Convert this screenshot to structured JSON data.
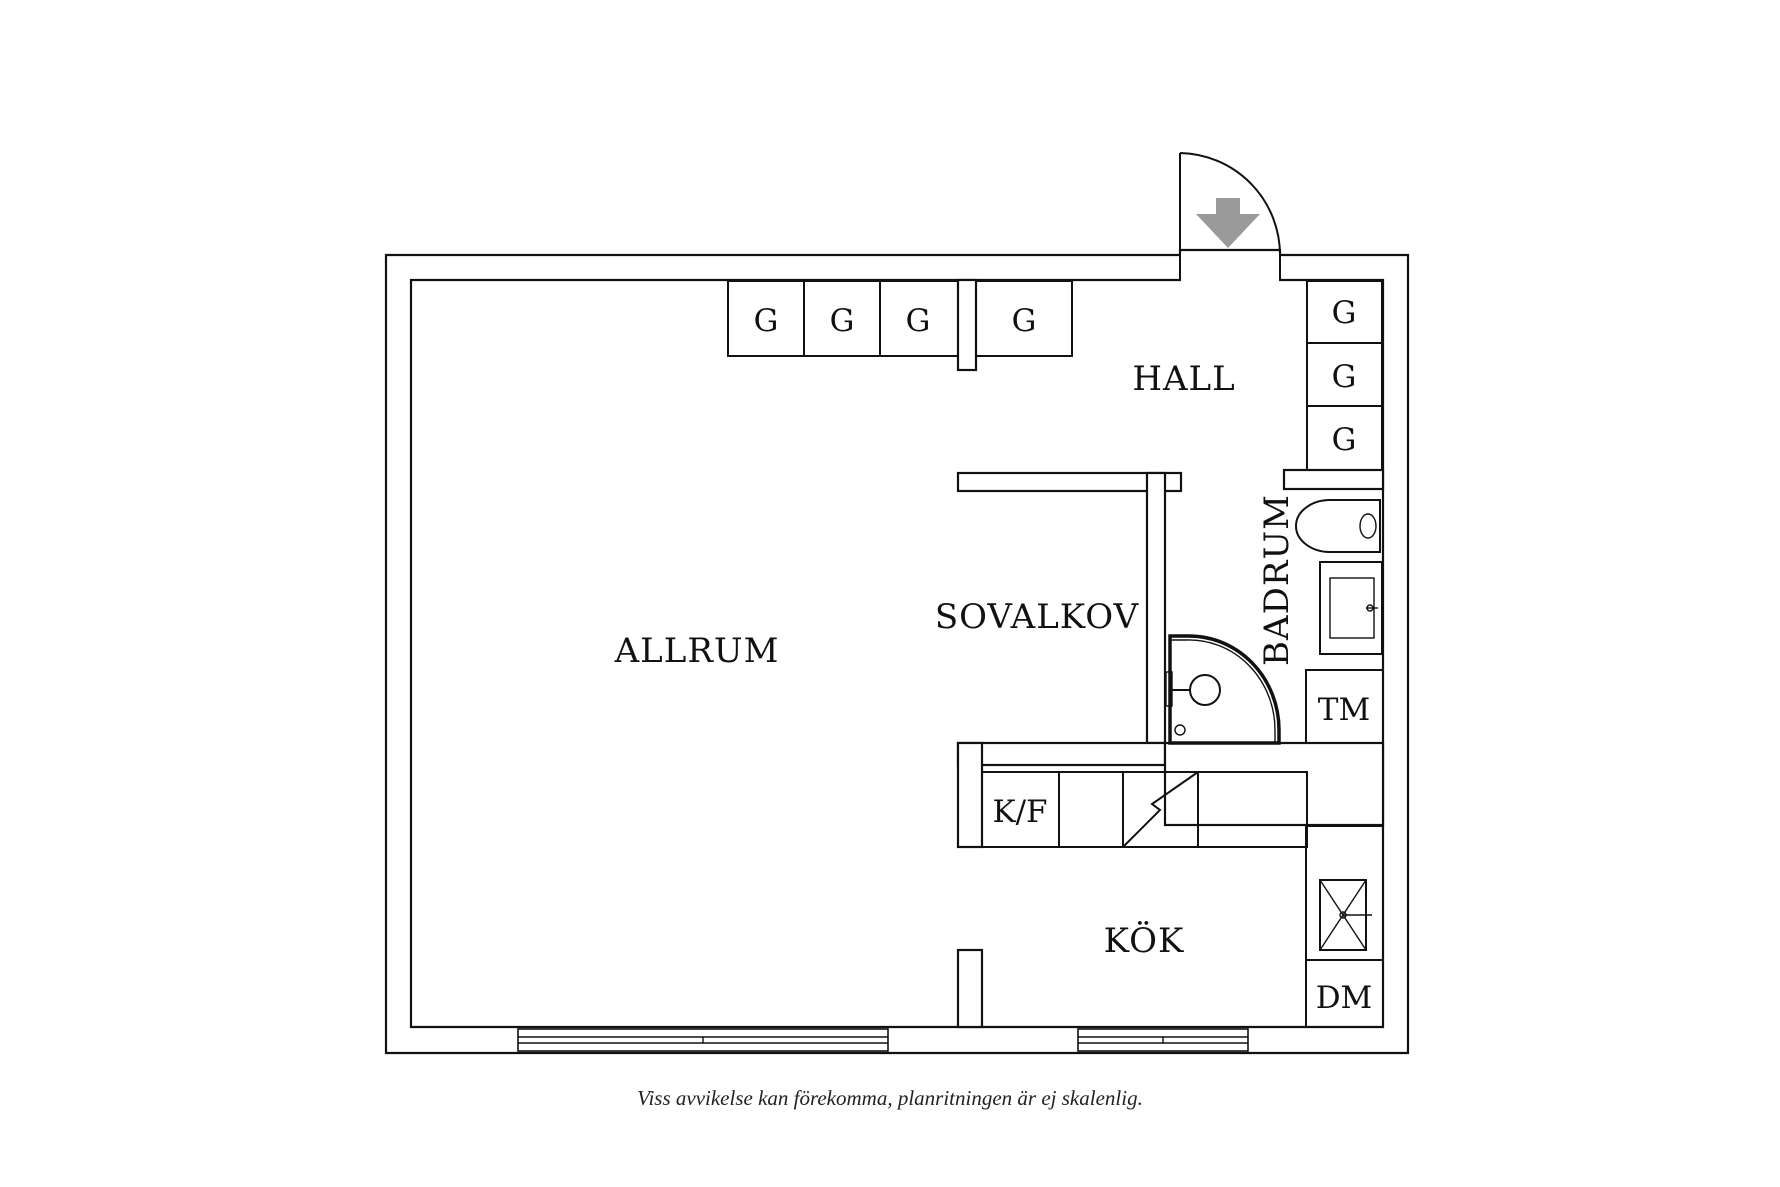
{
  "rooms": {
    "hall": "HALL",
    "allrum": "ALLRUM",
    "sovalkov": "SOVALKOV",
    "badrum": "BADRUM",
    "kok": "KÖK"
  },
  "fixtures": {
    "wardrobe": "G",
    "fridge_freezer": "K/F",
    "washing_machine": "TM",
    "dishwasher": "DM"
  },
  "icons": {
    "entrance": "entrance-arrow-icon",
    "toilet": "toilet-icon",
    "sink": "sink-icon",
    "shower": "shower-icon",
    "stove": "stove-icon"
  },
  "colors": {
    "line": "#111111",
    "entrance_arrow": "#9a9a9a",
    "background": "#ffffff"
  },
  "disclaimer": "Viss avvikelse kan förekomma, planritningen är ej skalenlig."
}
